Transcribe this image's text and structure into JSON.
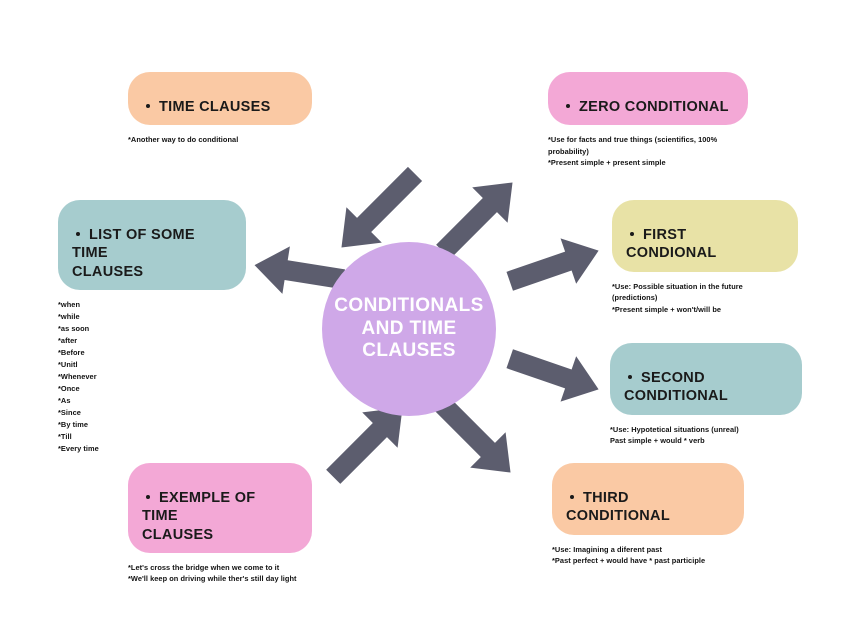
{
  "diagram": {
    "type": "mind-map",
    "center": {
      "label": "CONDITIONALS\nAND TIME\nCLAUSES",
      "color": "#cfa8e8"
    },
    "arrow_color": "#5c5d6e",
    "nodes": [
      {
        "id": "time-clauses",
        "title": "TIME CLAUSES",
        "color": "#fac9a4",
        "body": "*Another way to do conditional"
      },
      {
        "id": "zero-conditional",
        "title": "ZERO CONDITIONAL",
        "color": "#f3a8d6",
        "body": "*Use for facts and true things (scientifics, 100%\nprobability)\n*Present simple + present simple"
      },
      {
        "id": "list-of-some-time-clauses",
        "title": "LIST OF SOME TIME\n  CLAUSES",
        "color": "#a6ccce",
        "items": [
          "*when",
          "*while",
          "*as soon",
          "*after",
          "*Before",
          "*Unitl",
          "*Whenever",
          "*Once",
          "*As",
          "*Since",
          "*By time",
          "*Till",
          "*Every time"
        ]
      },
      {
        "id": "first-condional",
        "title": "FIRST CONDIONAL",
        "color": "#e8e2a6",
        "body": "*Use: Possible situation in the future\n(predictions)\n*Present simple + won't/will be"
      },
      {
        "id": "second-conditional",
        "title": "SECOND CONDITIONAL",
        "color": "#a6ccce",
        "body": "*Use: Hypotetical situations (unreal)\nPast simple + would * verb"
      },
      {
        "id": "exemple-of-time-clauses",
        "title": "EXEMPLE OF TIME\n  CLAUSES",
        "color": "#f3a8d6",
        "body": "*Let's cross the bridge when we come to it\n*We'll keep on driving while ther's still day light"
      },
      {
        "id": "third-conditional",
        "title": "THIRD CONDITIONAL",
        "color": "#fac9a4",
        "body": "*Use: Imagining a diferent past\n*Past perfect + would have * past participle"
      }
    ]
  }
}
